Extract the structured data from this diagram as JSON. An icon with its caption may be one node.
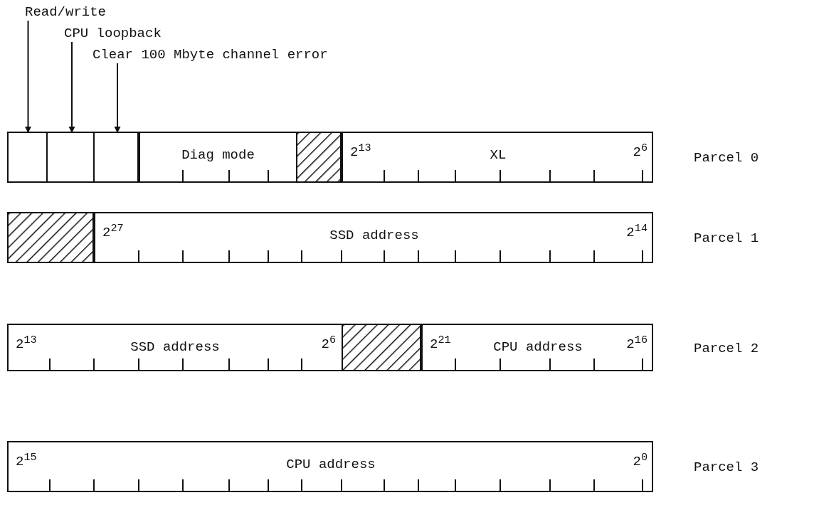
{
  "diagram": {
    "nodes": [
      {
        "text": [
          "Read/write"
        ]
      },
      {
        "text": [
          "CPU loopback"
        ]
      },
      {
        "text": [
          "Clear 100 Mbyte channel error"
        ]
      },
      {
        "text": [],
        "shape": "box",
        "beside": [
          "Parcel 0"
        ]
      },
      {
        "text": [],
        "shape": "box",
        "in": 3
      },
      {
        "text": [],
        "shape": "box",
        "in": 3
      },
      {
        "text": [],
        "shape": "box",
        "in": 3
      },
      {
        "text": [
          "Diag mode"
        ],
        "in": 3
      },
      {
        "text": [],
        "shape": "hatched",
        "in": 3
      },
      {
        "text": [
          "2$^{13}$",
          "XL",
          "2$^{6}$"
        ],
        "in": 3
      },
      {
        "text": [],
        "shape": "box",
        "beside": [
          "Parcel 1"
        ]
      },
      {
        "text": [],
        "shape": "hatched",
        "in": 10
      },
      {
        "text": [
          "2$^{27}$",
          "SSD address",
          "2$^{14}$"
        ],
        "in": 10
      },
      {
        "text": [],
        "shape": "box",
        "beside": [
          "Parcel 2"
        ]
      },
      {
        "text": [
          "2$^{13}$",
          "SSD address",
          "2$^{6}$"
        ],
        "in": 13
      },
      {
        "text": [],
        "shape": "hatched",
        "in": 13
      },
      {
        "text": [
          "2$^{21}$",
          "CPU address",
          "2$^{16}$"
        ],
        "in": 13
      },
      {
        "text": [],
        "shape": "box",
        "beside": [
          "Parcel 3"
        ]
      },
      {
        "text": [
          "2$^{15}$",
          "CPU address",
          "2$^{0}$"
        ],
        "in": 17
      }
    ],
    "edges": [
      {
        "from": 0,
        "to": 4,
        "arrow": "to"
      },
      {
        "from": 1,
        "to": 5,
        "arrow": "to"
      },
      {
        "from": 2,
        "to": 6,
        "arrow": "to"
      }
    ]
  }
}
